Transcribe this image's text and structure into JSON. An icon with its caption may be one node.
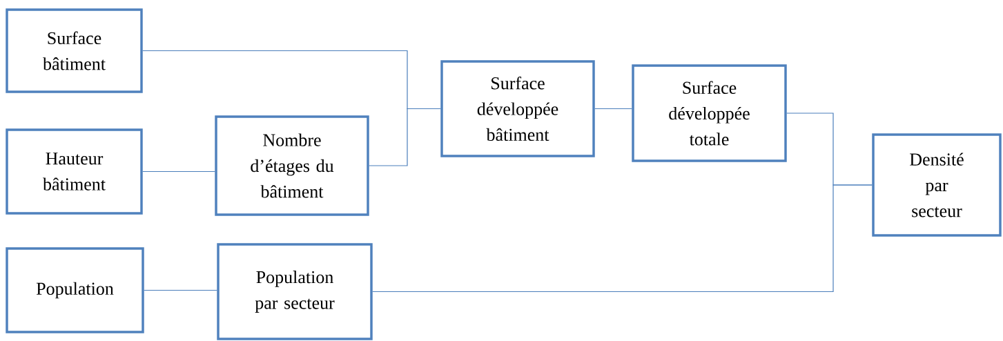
{
  "diagram": {
    "nodes": [
      {
        "text": [
          "Surface bâtiment"
        ]
      },
      {
        "text": [
          "Hauteur bâtiment"
        ]
      },
      {
        "text": [
          "Nombre d’étages du bâtiment"
        ]
      },
      {
        "text": [
          "Surface développée bâtiment"
        ]
      },
      {
        "text": [
          "Surface développée totale"
        ]
      },
      {
        "text": [
          "Population"
        ]
      },
      {
        "text": [
          "Population par secteur"
        ]
      },
      {
        "text": [
          "Densité par secteur"
        ]
      }
    ],
    "edges": [
      {
        "from": 0,
        "to": 3,
        "arrow": "none"
      },
      {
        "from": 1,
        "to": 2,
        "arrow": "none"
      },
      {
        "from": 2,
        "to": 3,
        "arrow": "none"
      },
      {
        "from": 3,
        "to": 4,
        "arrow": "none"
      },
      {
        "from": 4,
        "to": 7,
        "arrow": "none"
      },
      {
        "from": 5,
        "to": 6,
        "arrow": "none"
      },
      {
        "from": 6,
        "to": 7,
        "arrow": "none"
      }
    ]
  }
}
